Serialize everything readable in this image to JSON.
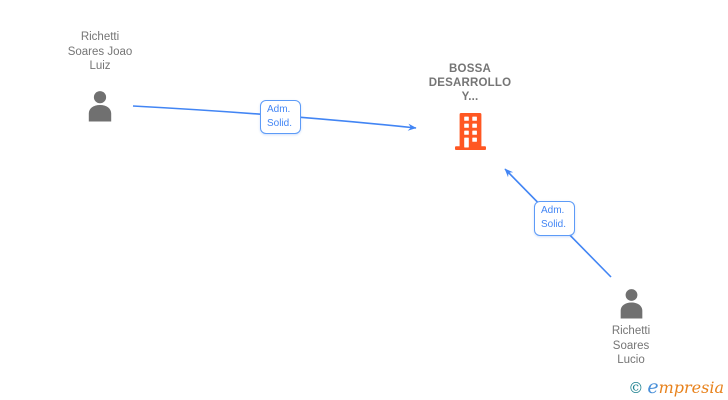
{
  "nodes": {
    "person1": {
      "type": "person",
      "name": "Richetti Soares Joao Luiz",
      "lines": [
        "Richetti",
        "Soares Joao",
        "Luiz"
      ]
    },
    "company": {
      "type": "company",
      "name": "BOSSA DESARROLLO Y...",
      "lines": [
        "BOSSA",
        "DESARROLLO",
        "Y..."
      ]
    },
    "person2": {
      "type": "person",
      "name": "Richetti Soares Lucio",
      "lines": [
        "Richetti",
        "Soares",
        "Lucio"
      ]
    }
  },
  "edges": {
    "edge1": {
      "from": "Richetti Soares Joao Luiz",
      "to": "BOSSA DESARROLLO Y...",
      "label_lines": [
        "Adm.",
        "Solid."
      ]
    },
    "edge2": {
      "from": "Richetti Soares Lucio",
      "to": "BOSSA DESARROLLO Y...",
      "label_lines": [
        "Adm.",
        "Solid."
      ]
    }
  },
  "watermark": {
    "copyright_symbol": "©",
    "brand_e": "e",
    "brand_rest": "mpresia"
  },
  "colors": {
    "arrow": "#4285F4",
    "edge_label_text": "#4285F4",
    "edge_label_border": "#5d9bf7",
    "person_icon": "#707070",
    "company_icon": "#FF5722",
    "node_text": "#757575",
    "watermark_copyright": "#177e8c",
    "watermark_e": "#4a90d9",
    "watermark_rest": "#e8821c",
    "background": "#ffffff"
  }
}
